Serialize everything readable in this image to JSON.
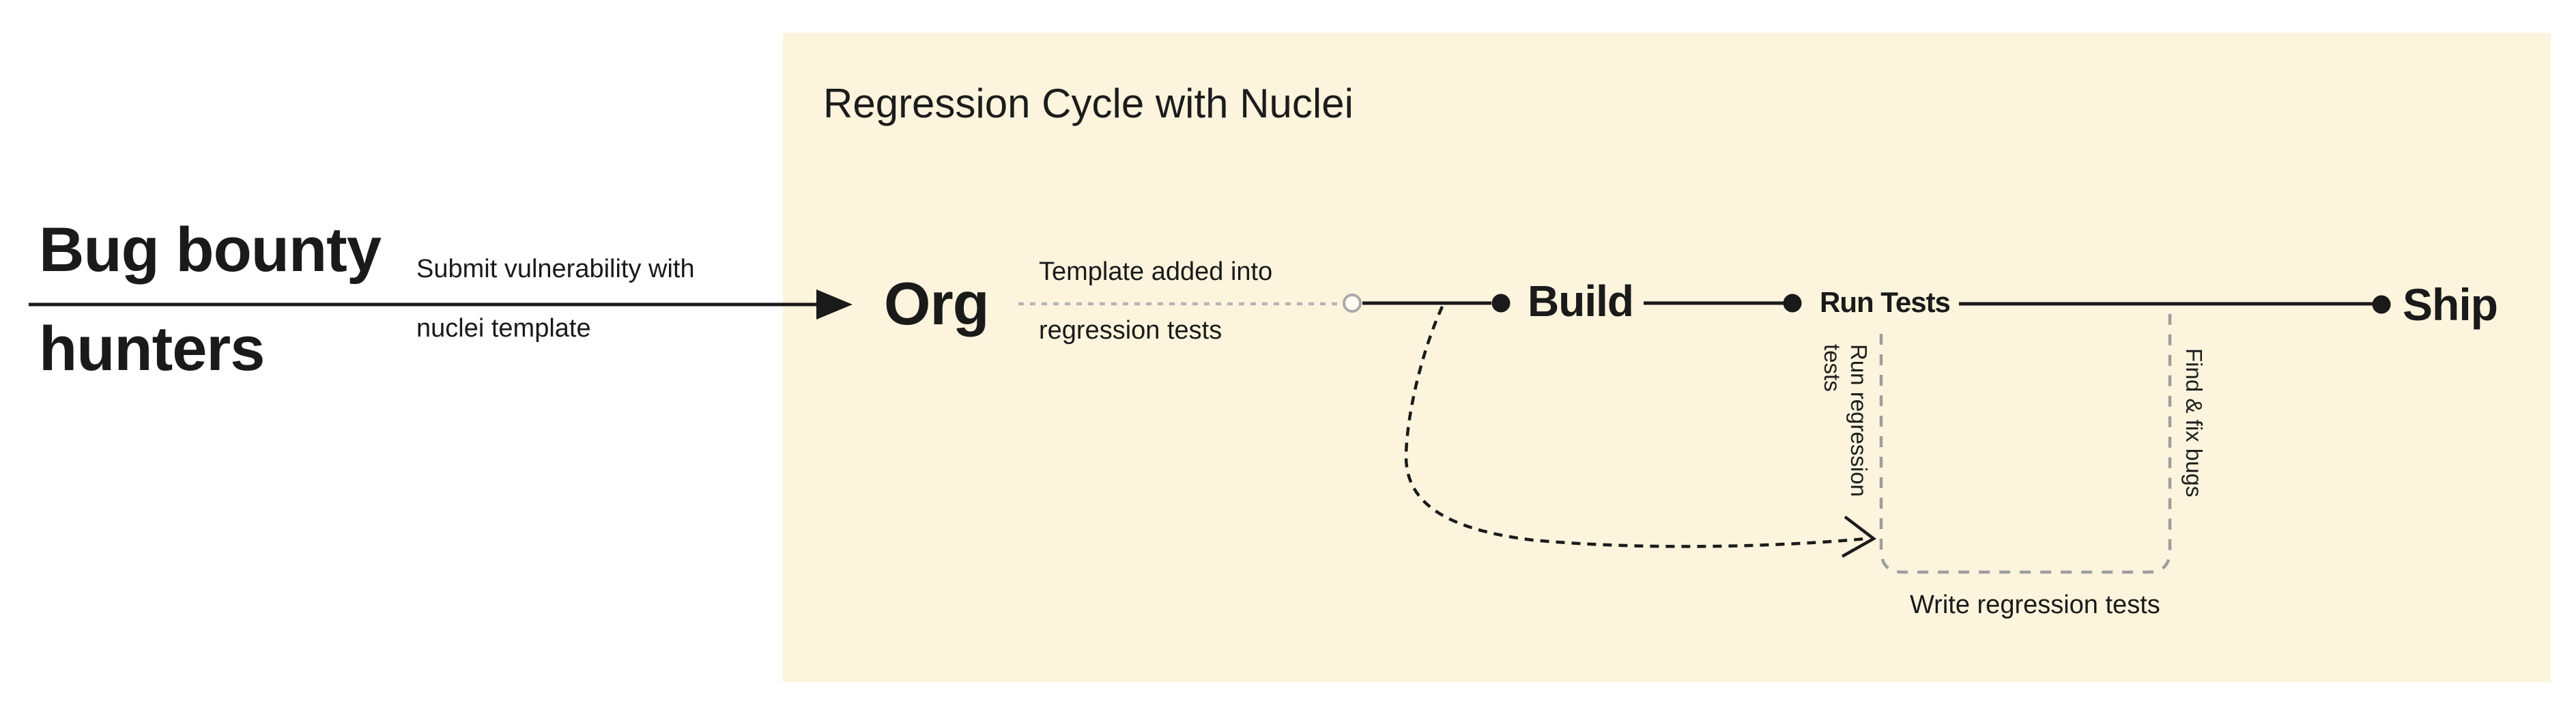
{
  "colors": {
    "page_bg": "#ffffff",
    "panel_bg": "#fcf4dd",
    "ink": "#1a1a1a",
    "gray_dash": "#9e9e9e",
    "light_gray_dash": "#b5b5b5"
  },
  "panel": {
    "title": "Regression Cycle with Nuclei"
  },
  "actor": {
    "line1": "Bug bounty",
    "line2": "hunters"
  },
  "submit_label": {
    "line1": "Submit vulnerability with",
    "line2": "nuclei template"
  },
  "nodes": {
    "org": "Org",
    "build": "Build",
    "run_tests": "Run Tests",
    "ship": "Ship"
  },
  "edge_labels": {
    "template_added_line1": "Template added into",
    "template_added_line2": "regression tests",
    "run_regression": "Run regression\ntests",
    "find_fix": "Find & fix bugs",
    "write_regression": "Write regression tests"
  }
}
